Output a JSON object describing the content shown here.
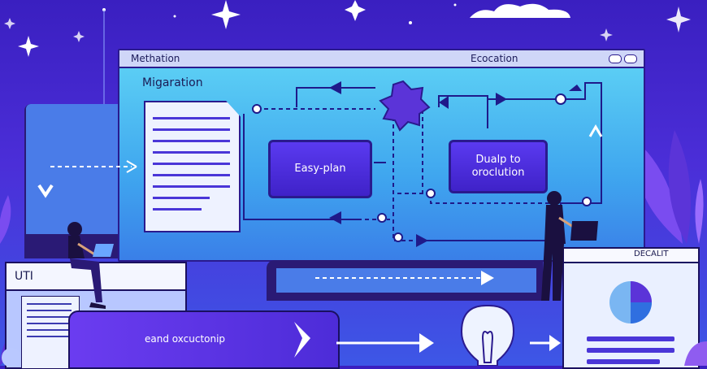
{
  "window": {
    "title_left": "Methation",
    "title_right": "Ecocation",
    "section_label": "Migaration"
  },
  "process": {
    "box1": "Easy-plan",
    "box2_line1": "Dualp to",
    "box2_line2": "oroclution"
  },
  "left_card": {
    "label": "UTI"
  },
  "cta": {
    "label": "eand oxcuctonip"
  },
  "result_card": {
    "label": "DECALIT"
  },
  "colors": {
    "background": "#4b2ed8",
    "window": "#5fd4f5",
    "accent": "#5a3af0",
    "dark": "#2a1a75"
  }
}
